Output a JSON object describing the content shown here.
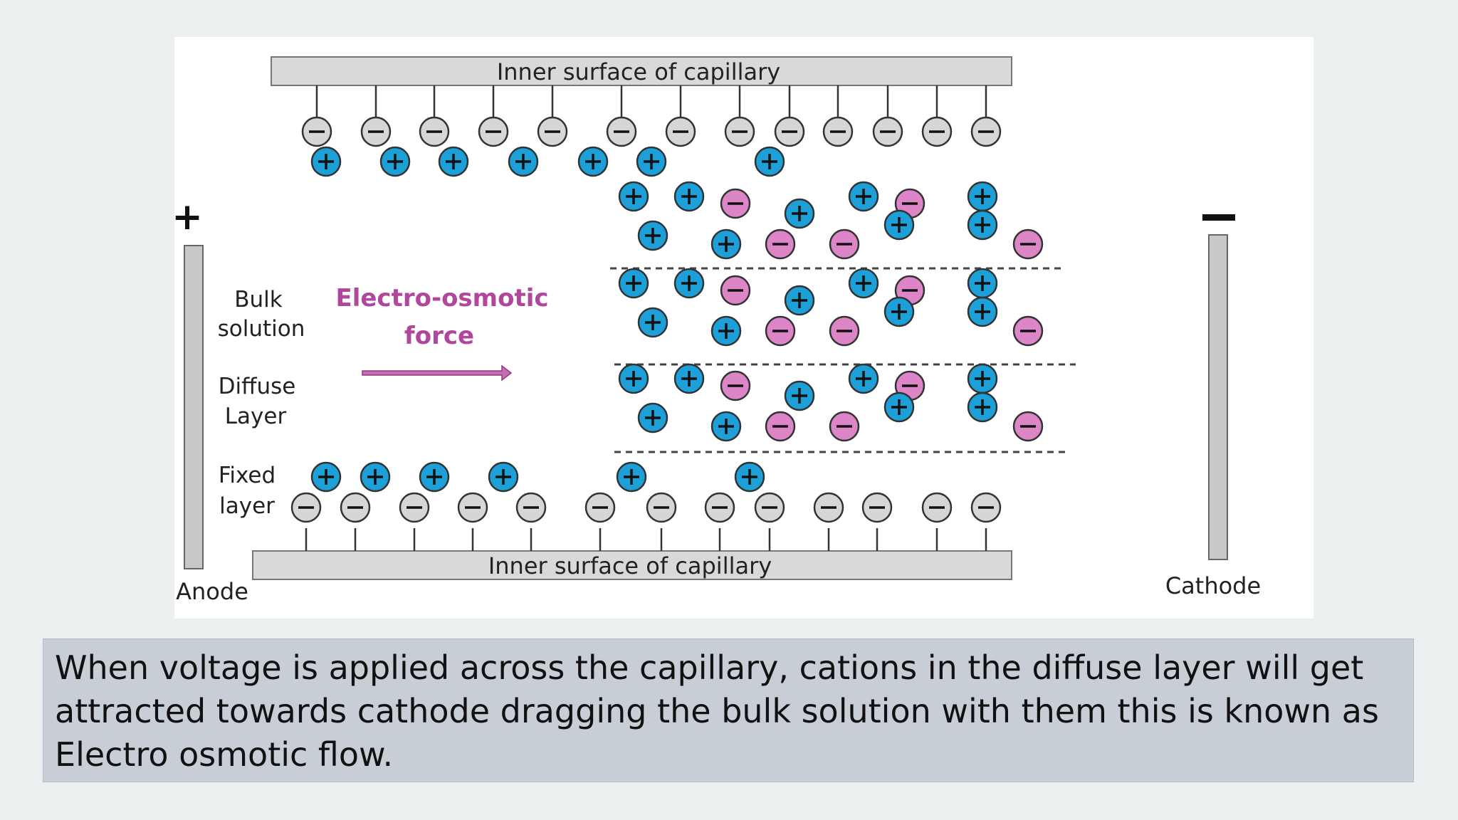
{
  "diagram": {
    "top_surface_label": "Inner surface of capillary",
    "bottom_surface_label": "Inner surface of capillary",
    "anode_sign": "+",
    "cathode_sign": "−",
    "anode_label": "Anode",
    "cathode_label": "Cathode",
    "layer_labels": {
      "bulk_line1": "Bulk",
      "bulk_line2": "solution",
      "diffuse_line1": "Diffuse",
      "diffuse_line2": "Layer",
      "fixed_line1": "Fixed",
      "fixed_line2": "layer"
    },
    "force_label_line1": "Electro-osmotic",
    "force_label_line2": "force",
    "colors": {
      "cation": "#1d9fd8",
      "mobile_anion": "#dc86c8",
      "fixed_anion": "#d6d6d6",
      "force_text": "#b0479c",
      "arrow": "#c86bb6",
      "electrode": "#c8c8c8"
    }
  },
  "caption": {
    "text": "When voltage is applied across the capillary, cations in the diffuse layer will get attracted towards cathode dragging the bulk solution with them this is known as Electro osmotic flow."
  }
}
